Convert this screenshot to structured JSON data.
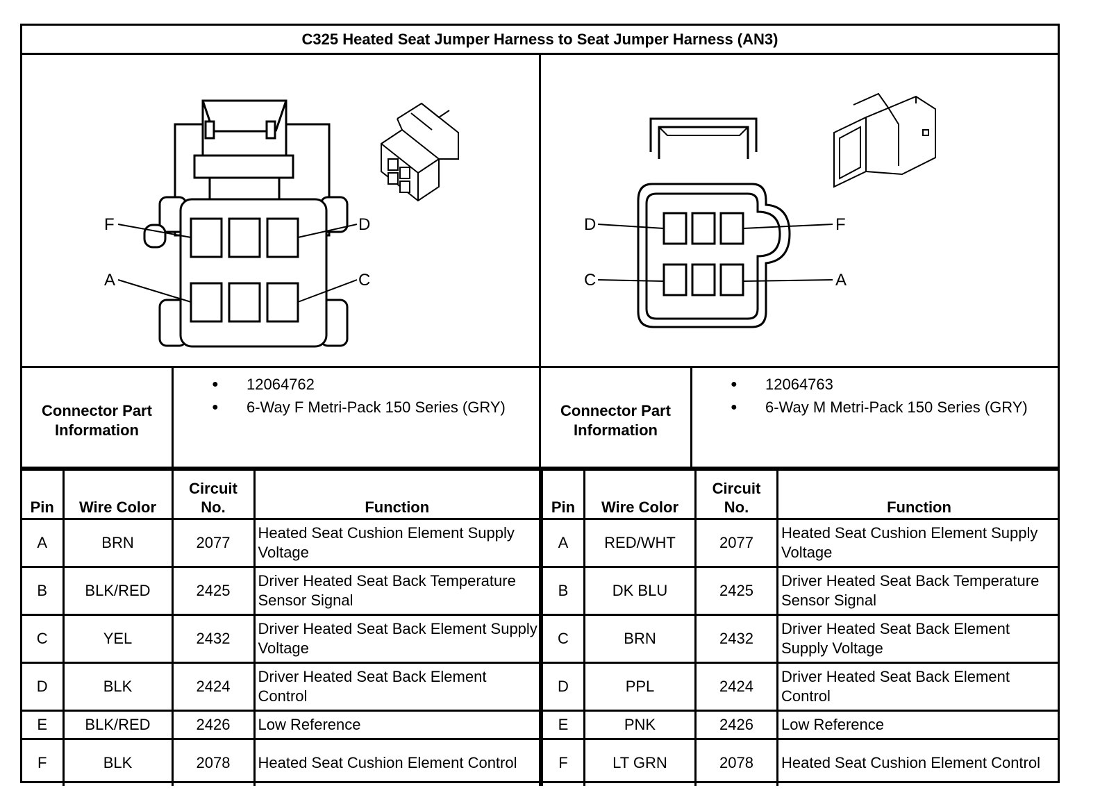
{
  "title": "C325 Heated Seat Jumper Harness to Seat Jumper Harness (AN3)",
  "left": {
    "pin_callouts": {
      "top_left": "F",
      "top_right": "D",
      "bottom_left": "A",
      "bottom_right": "C"
    },
    "part_info_label_line1": "Connector Part",
    "part_info_label_line2": "Information",
    "part_info_items": [
      "12064762",
      "6-Way F Metri-Pack 150 Series (GRY)"
    ],
    "columns": {
      "pin": "Pin",
      "wire_color": "Wire Color",
      "circuit_line1": "Circuit",
      "circuit_line2": "No.",
      "function": "Function"
    },
    "rows": [
      {
        "pin": "A",
        "wire_color": "BRN",
        "circuit": "2077",
        "function": "Heated Seat Cushion Element Supply Voltage"
      },
      {
        "pin": "B",
        "wire_color": "BLK/RED",
        "circuit": "2425",
        "function": "Driver Heated Seat Back Temperature Sensor Signal"
      },
      {
        "pin": "C",
        "wire_color": "YEL",
        "circuit": "2432",
        "function": "Driver Heated Seat Back Element Supply Voltage"
      },
      {
        "pin": "D",
        "wire_color": "BLK",
        "circuit": "2424",
        "function": "Driver Heated Seat Back Element Control"
      },
      {
        "pin": "E",
        "wire_color": "BLK/RED",
        "circuit": "2426",
        "function": "Low Reference"
      },
      {
        "pin": "F",
        "wire_color": "BLK",
        "circuit": "2078",
        "function": "Heated Seat Cushion Element Control"
      }
    ]
  },
  "right": {
    "pin_callouts": {
      "top_left": "D",
      "top_right": "F",
      "bottom_left": "C",
      "bottom_right": "A"
    },
    "part_info_label_line1": "Connector Part",
    "part_info_label_line2": "Information",
    "part_info_items": [
      "12064763",
      "6-Way M Metri-Pack 150 Series (GRY)"
    ],
    "columns": {
      "pin": "Pin",
      "wire_color": "Wire Color",
      "circuit_line1": "Circuit",
      "circuit_line2": "No.",
      "function": "Function"
    },
    "rows": [
      {
        "pin": "A",
        "wire_color": "RED/WHT",
        "circuit": "2077",
        "function": "Heated Seat Cushion Element Supply Voltage"
      },
      {
        "pin": "B",
        "wire_color": "DK BLU",
        "circuit": "2425",
        "function": "Driver Heated Seat Back Temperature Sensor Signal"
      },
      {
        "pin": "C",
        "wire_color": "BRN",
        "circuit": "2432",
        "function": "Driver Heated Seat Back Element Supply Voltage"
      },
      {
        "pin": "D",
        "wire_color": "PPL",
        "circuit": "2424",
        "function": "Driver Heated Seat Back Element Control"
      },
      {
        "pin": "E",
        "wire_color": "PNK",
        "circuit": "2426",
        "function": "Low Reference"
      },
      {
        "pin": "F",
        "wire_color": "LT GRN",
        "circuit": "2078",
        "function": "Heated Seat Cushion Element Control"
      }
    ]
  }
}
